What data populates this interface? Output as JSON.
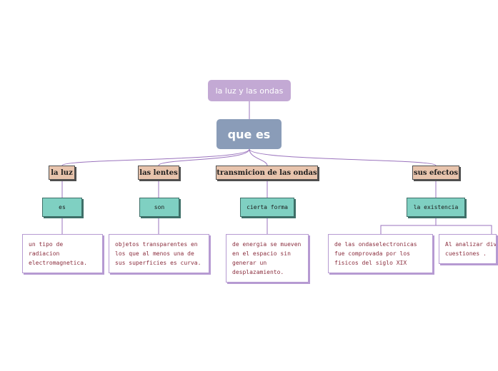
{
  "map": {
    "title": "la luz y las ondas",
    "central": "que es",
    "branches": [
      {
        "topic": "la luz",
        "connector": "es",
        "details": [
          "un tipo de radiacion electromagnetica."
        ]
      },
      {
        "topic": "las lentes",
        "connector": "son",
        "details": [
          "objetos transparentes en los que al menos una de sus superficies es curva."
        ]
      },
      {
        "topic": "transmicion de las ondas",
        "connector": "cierta forma",
        "details": [
          "de energia se mueven en el espacio sin generar un desplazamiento."
        ]
      },
      {
        "topic": "sus efectos",
        "connector": "la existencia",
        "details": [
          "de las ondaselectronicas fue comprovada por los fisicos del siglo XIX",
          "Al analizar div cuestiones ."
        ]
      }
    ]
  },
  "colors": {
    "root": "#c3a9d4",
    "central": "#8a9cb8",
    "topic": "#e8c4ad",
    "connector": "#7fd0c2",
    "detail_text": "#8a2d3d",
    "links": "#9a73bd"
  }
}
